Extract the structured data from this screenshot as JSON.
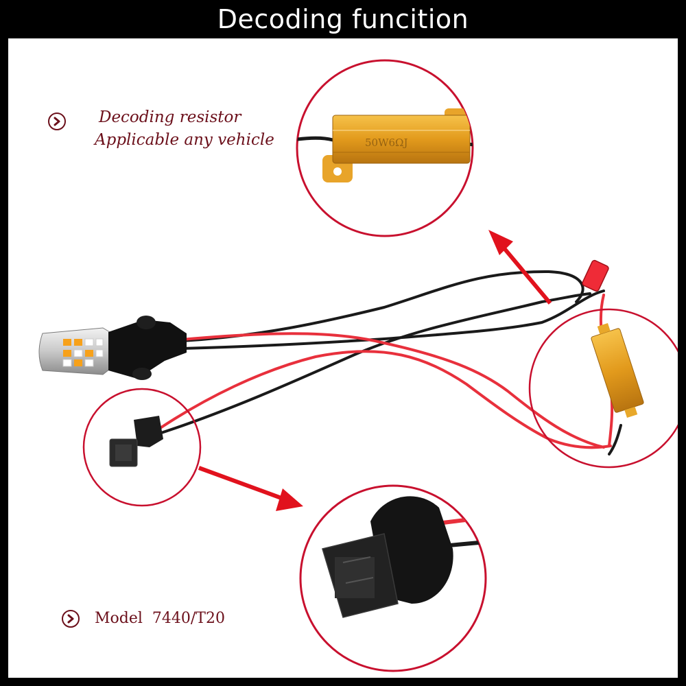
{
  "title": "Decoding funcition",
  "callouts": {
    "resistor_line1": "Decoding resistor",
    "resistor_line2": "Applicable any vehicle",
    "model": "Model  7440/T20"
  },
  "resistor_marking": "50W6ΩJ",
  "colors": {
    "title_background": "#000000",
    "title_text": "#ffffff",
    "label_text": "#6b0f1a",
    "callout_circle": "#c8102e",
    "arrow": "#e1121d",
    "resistor_gold": "#e0a020",
    "wire_red": "#e8303c",
    "wire_black": "#1a1a1a"
  },
  "icons": [
    "chevron-right-circle-icon",
    "chevron-right-circle-icon"
  ]
}
